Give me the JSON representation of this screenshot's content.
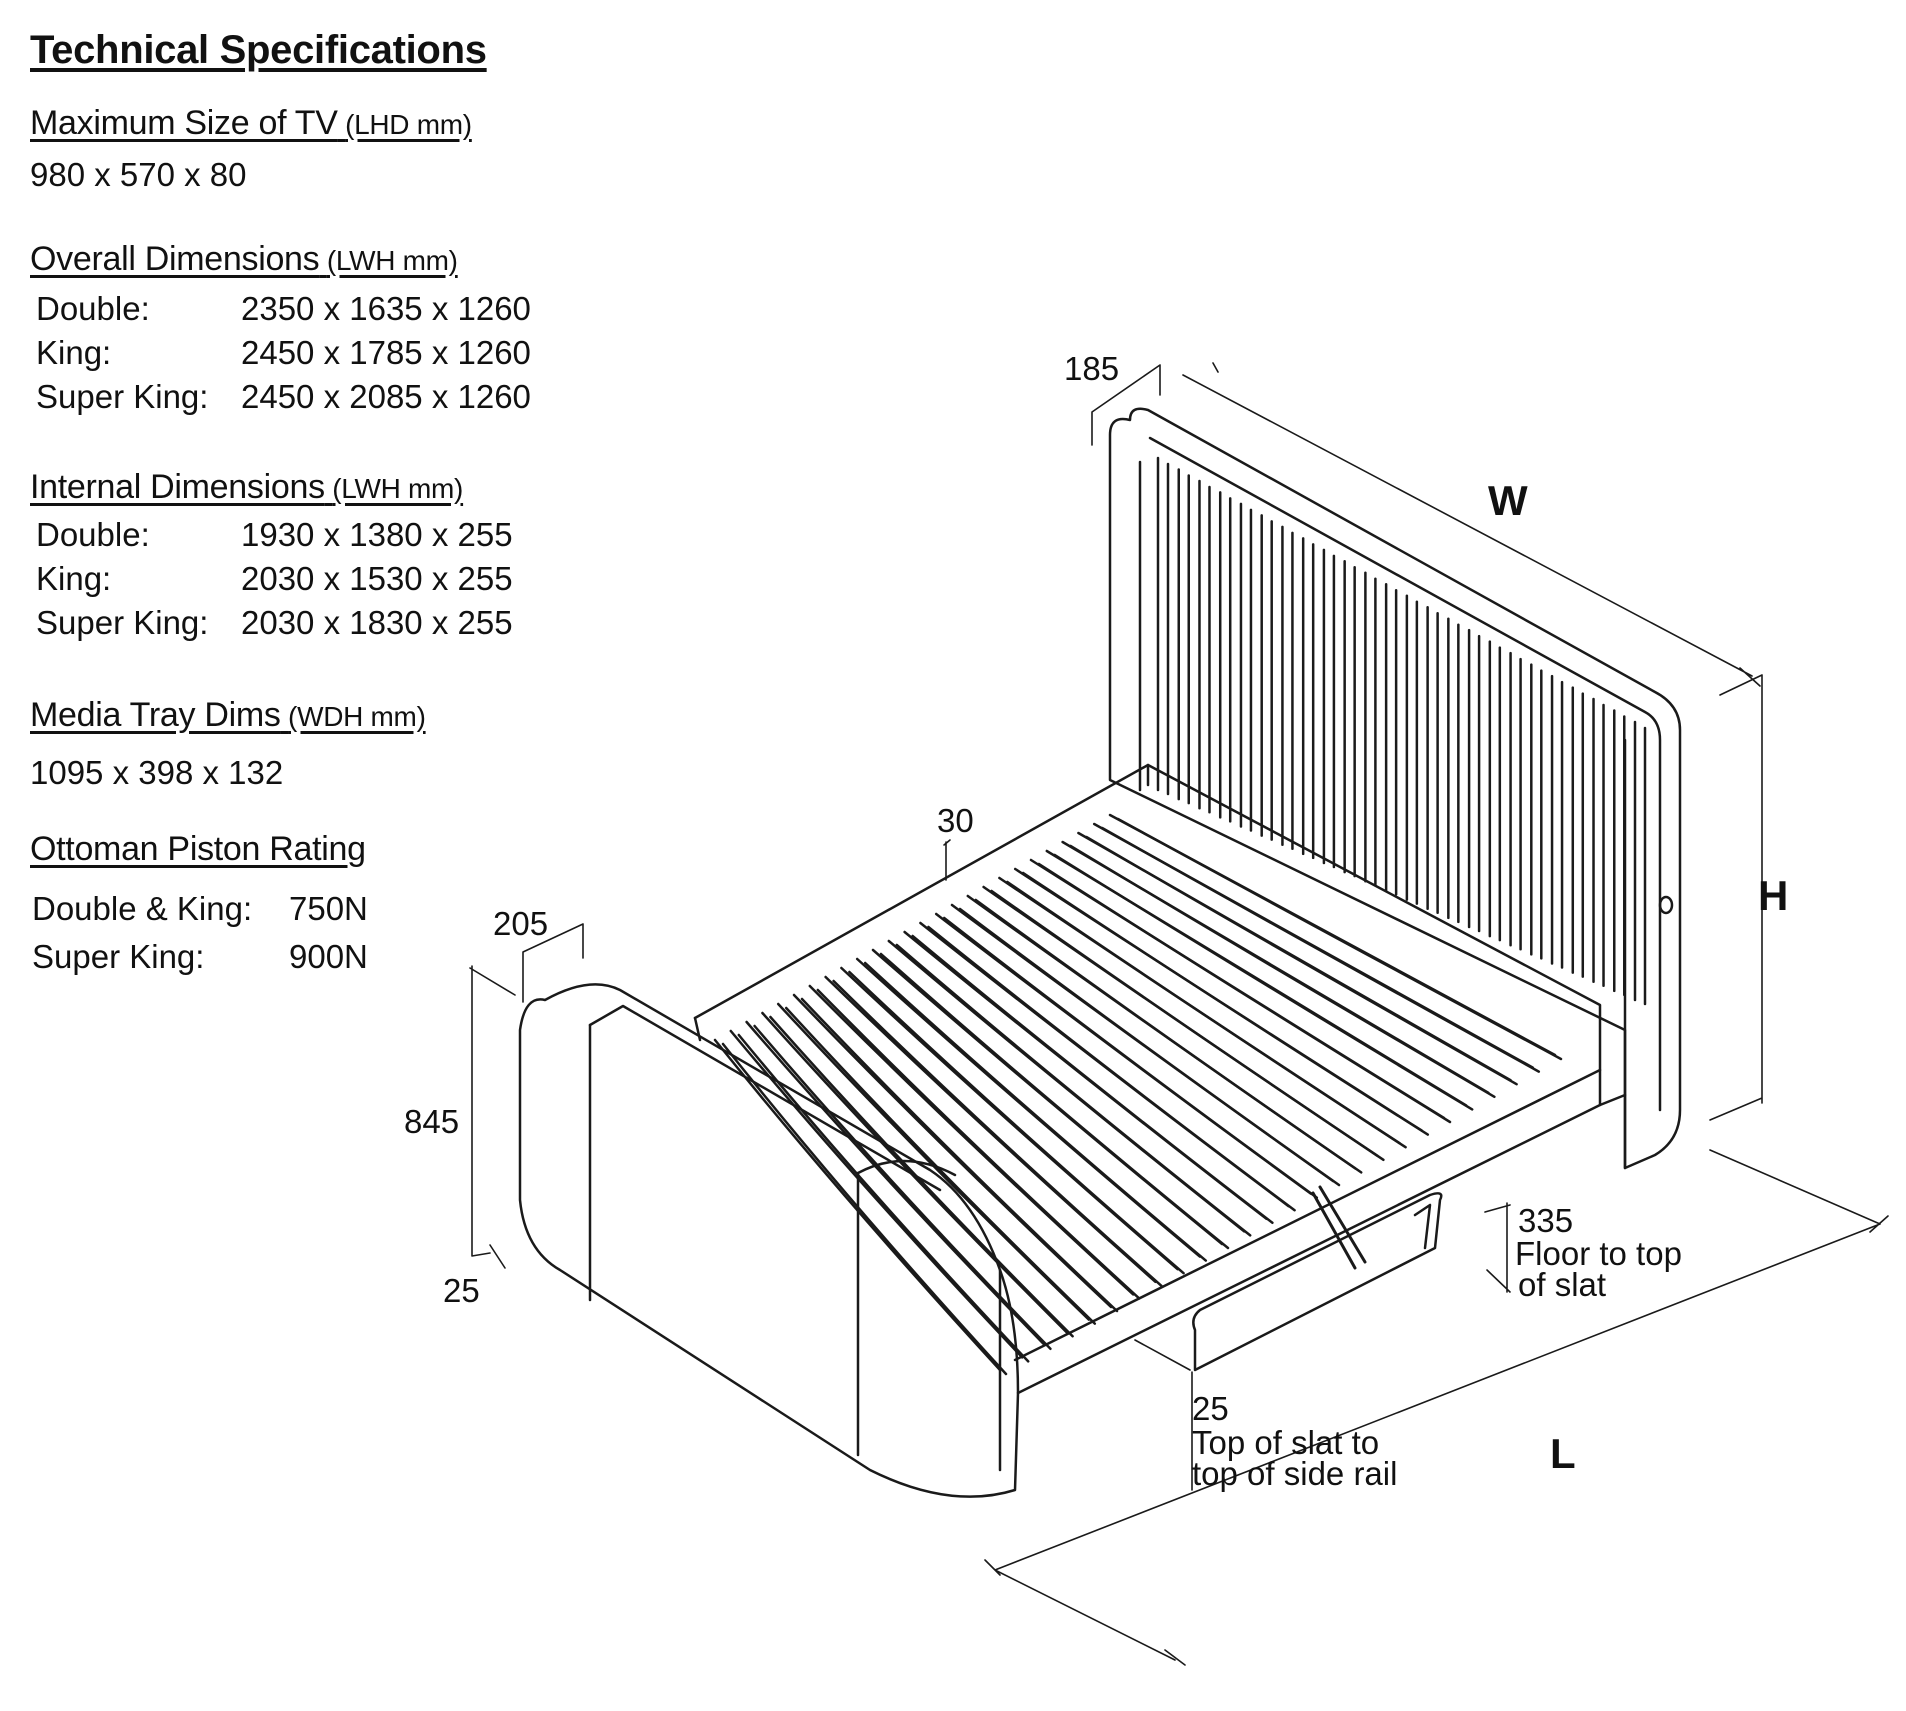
{
  "title": "Technical Specifications",
  "tv": {
    "heading": "Maximum Size of TV",
    "unit": "(LHD mm)",
    "value": "980 x 570 x 80"
  },
  "overall": {
    "heading": "Overall Dimensions",
    "unit": "(LWH mm)",
    "rows": [
      {
        "label": "Double:",
        "value": "2350 x 1635 x 1260"
      },
      {
        "label": "King:",
        "value": "2450 x 1785 x 1260"
      },
      {
        "label": "Super King:",
        "value": "2450 x 2085  x 1260"
      }
    ]
  },
  "internal": {
    "heading": "Internal Dimensions",
    "unit": "(LWH mm)",
    "rows": [
      {
        "label": "Double:",
        "value": "1930 x 1380 x 255"
      },
      {
        "label": "King:",
        "value": "2030 x 1530 x 255"
      },
      {
        "label": "Super King:",
        "value": "2030 x 1830 x 255"
      }
    ]
  },
  "media_tray": {
    "heading": "Media Tray Dims",
    "unit": "(WDH mm)",
    "value": "1095 x 398 x 132"
  },
  "piston": {
    "heading": "Ottoman Piston Rating",
    "rows": [
      {
        "label": "Double & King:",
        "value": "750N"
      },
      {
        "label": "Super King:",
        "value": "900N"
      }
    ]
  },
  "diagram": {
    "dim_185": "185",
    "dim_w": "W",
    "dim_h": "H",
    "dim_l": "L",
    "dim_30": "30",
    "dim_205": "205",
    "dim_845": "845",
    "dim_25_foot": "25",
    "dim_335": "335",
    "note_335_line1": "Floor to top",
    "note_335_line2": "of slat",
    "dim_25_rail": "25",
    "note_rail_line1": "Top of slat to",
    "note_rail_line2": "top of side rail"
  }
}
